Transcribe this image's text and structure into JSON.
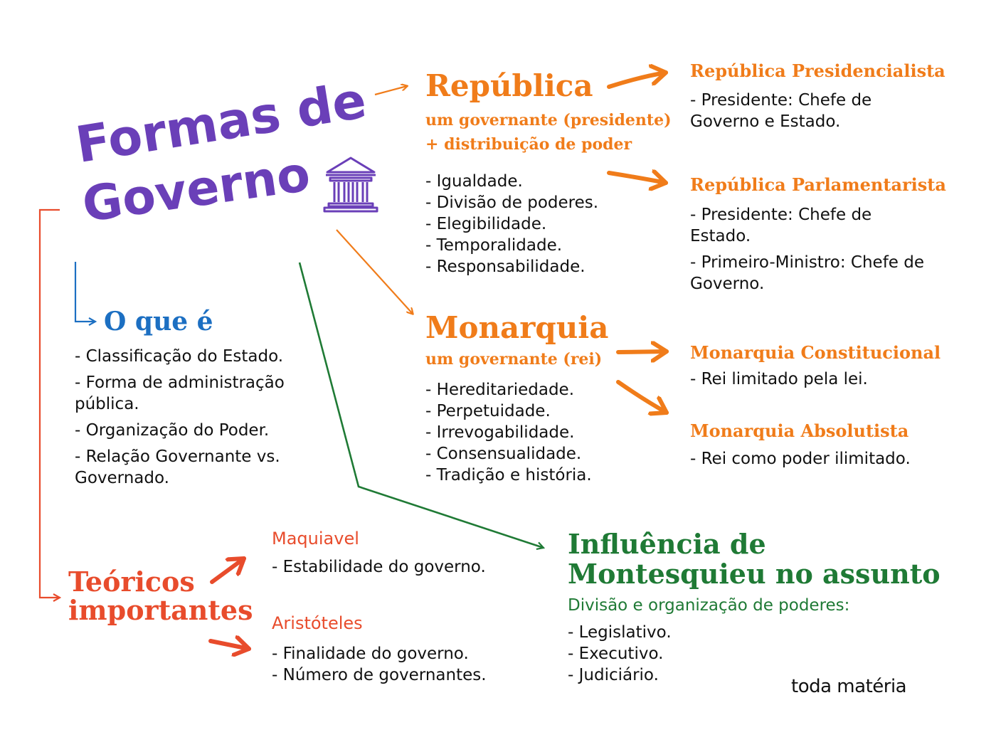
{
  "title": {
    "line1": "Formas de",
    "line2": "Governo"
  },
  "oque": {
    "heading": "O que é",
    "items": [
      "- Classificação do Estado.",
      "- Forma de administração pública.",
      "- Organização do Poder.",
      "- Relação Governante vs. Governado."
    ]
  },
  "republica": {
    "heading": "República",
    "subtitle1": "um governante (presidente)",
    "subtitle2": "+ distribuição de poder",
    "items": [
      "- Igualdade.",
      "- Divisão de poderes.",
      "- Elegibilidade.",
      "- Temporalidade.",
      "- Responsabilidade."
    ]
  },
  "presidencialista": {
    "heading": "República Presidencialista",
    "text": "- Presidente: Chefe de Governo e Estado."
  },
  "parlamentarista": {
    "heading": "República Parlamentarista",
    "text1": "- Presidente: Chefe de Estado.",
    "text2": "- Primeiro-Ministro: Chefe de Governo."
  },
  "monarquia": {
    "heading": "Monarquia",
    "subtitle": "um governante (rei)",
    "items": [
      "- Hereditariedade.",
      "- Perpetuidade.",
      "- Irrevogabilidade.",
      "- Consensualidade.",
      "- Tradição e história."
    ]
  },
  "constitucional": {
    "heading": "Monarquia Constitucional",
    "text": "- Rei limitado pela lei."
  },
  "absolutista": {
    "heading": "Monarquia Absolutista",
    "text": "- Rei como poder ilimitado."
  },
  "teoricos": {
    "line1": "Teóricos",
    "line2": "importantes"
  },
  "maquiavel": {
    "heading": "Maquiavel",
    "text": "- Estabilidade do governo."
  },
  "aristoteles": {
    "heading": "Aristóteles",
    "items": [
      "- Finalidade do governo.",
      "- Número de governantes."
    ]
  },
  "montesquieu": {
    "line1": "Influência de",
    "line2": "Montesquieu no assunto",
    "subtitle": "Divisão e organização de poderes:",
    "items": [
      "- Legislativo.",
      "- Executivo.",
      "- Judiciário."
    ]
  },
  "logo": "toda matéria",
  "colors": {
    "purple": "#6a3fb8",
    "orange": "#f07c1a",
    "blue": "#1c6fc2",
    "red": "#e84c2c",
    "green": "#1f7a35"
  },
  "icons": [
    "building-icon"
  ]
}
